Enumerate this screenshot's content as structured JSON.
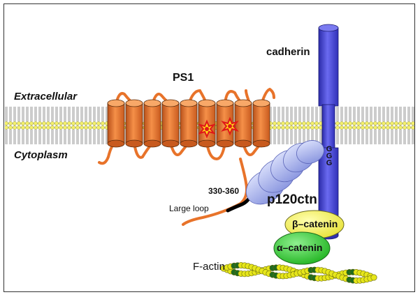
{
  "labels": {
    "extracellular": "Extracellular",
    "cytoplasm": "Cytoplasm",
    "ps1": "PS1",
    "cadherin": "cadherin",
    "range": "330-360",
    "large_loop": "Large loop",
    "p120": "p120ctn",
    "ggg": [
      "G",
      "G",
      "G"
    ],
    "beta_catenin": "β–catenin",
    "alpha_catenin": "α–catenin",
    "factin": "F-actin"
  },
  "colors": {
    "ps1_helix": "#e8732a",
    "cadherin": "#4848d8",
    "p120": "#a8b4f0",
    "beta_catenin": "#f4f08a",
    "alpha_catenin": "#3ed43e",
    "actin_yellow": "#e6e61a",
    "actin_green": "#1f6b1f",
    "lipid_head": "#f4f06a"
  },
  "ps1_transmembrane_helices": 9,
  "mutation_marks": 2
}
